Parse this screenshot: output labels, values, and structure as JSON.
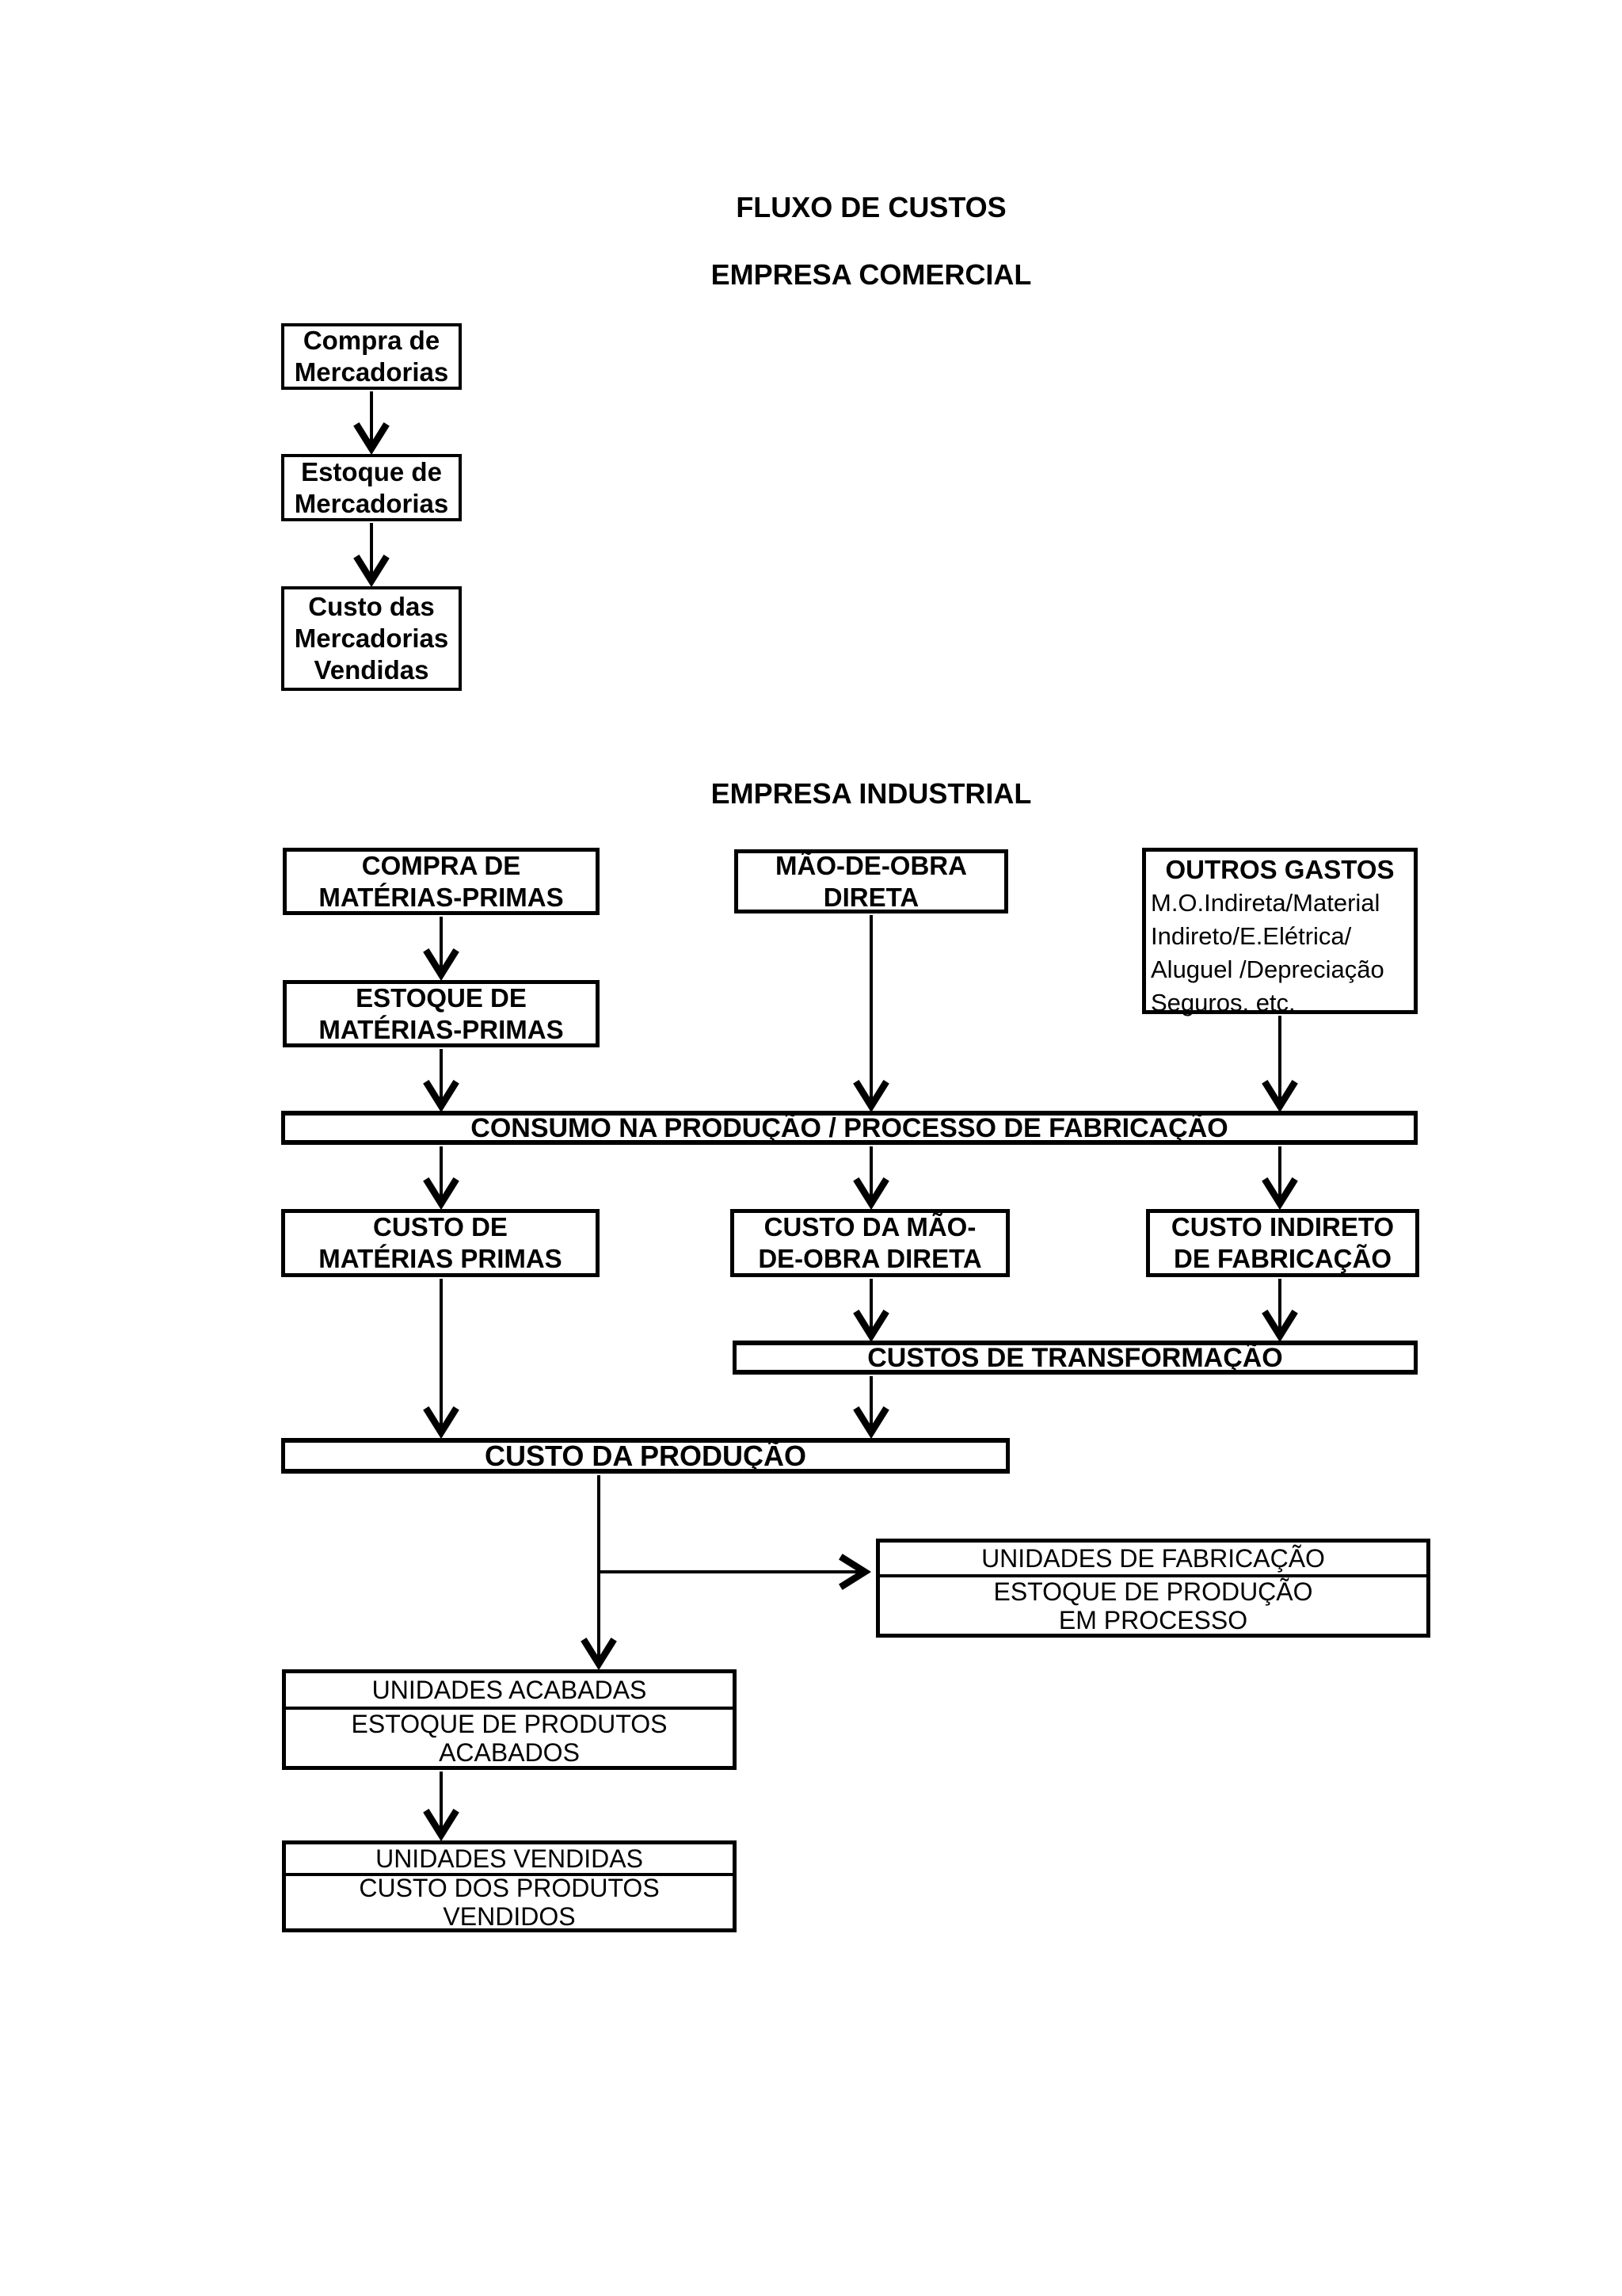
{
  "titles": {
    "main": "FLUXO DE CUSTOS",
    "comercial": "EMPRESA COMERCIAL",
    "industrial": "EMPRESA INDUSTRIAL"
  },
  "comercial": {
    "compra": "Compra de\nMercadorias",
    "estoque": "Estoque de\nMercadorias",
    "custo_vendidas": "Custo das\nMercadorias\nVendidas"
  },
  "industrial": {
    "compra_mp": "COMPRA DE\nMATÉRIAS-PRIMAS",
    "mao_de_obra": "MÃO-DE-OBRA\nDIRETA",
    "outros_gastos_titulo": "OUTROS GASTOS",
    "outros_gastos_detalhe": "M.O.Indireta/Material\nIndireto/E.Elétrica/\nAluguel /Depreciação\nSeguros, etc.",
    "estoque_mp": "ESTOQUE DE\nMATÉRIAS-PRIMAS",
    "consumo_bar": "CONSUMO NA PRODUÇÃO / PROCESSO DE FABRICAÇÃO",
    "custo_mp": "CUSTO DE\nMATÉRIAS PRIMAS",
    "custo_mod": "CUSTO DA MÃO-\nDE-OBRA DIRETA",
    "custo_indireto": "CUSTO INDIRETO\nDE FABRICAÇÃO",
    "transformacao_bar": "CUSTOS DE TRANSFORMAÇÃO",
    "producao_bar": "CUSTO DA PRODUÇÃO",
    "fabricacao_top": "UNIDADES DE FABRICAÇÃO",
    "fabricacao_bottom": "ESTOQUE DE PRODUÇÃO\nEM PROCESSO",
    "acabadas_top": "UNIDADES ACABADAS",
    "acabadas_bottom": "ESTOQUE DE PRODUTOS\nACABADOS",
    "vendidas_top": "UNIDADES VENDIDAS",
    "vendidas_bottom": "CUSTO DOS PRODUTOS\nVENDIDOS"
  },
  "colors": {
    "ink": "#000000",
    "paper": "#ffffff"
  }
}
